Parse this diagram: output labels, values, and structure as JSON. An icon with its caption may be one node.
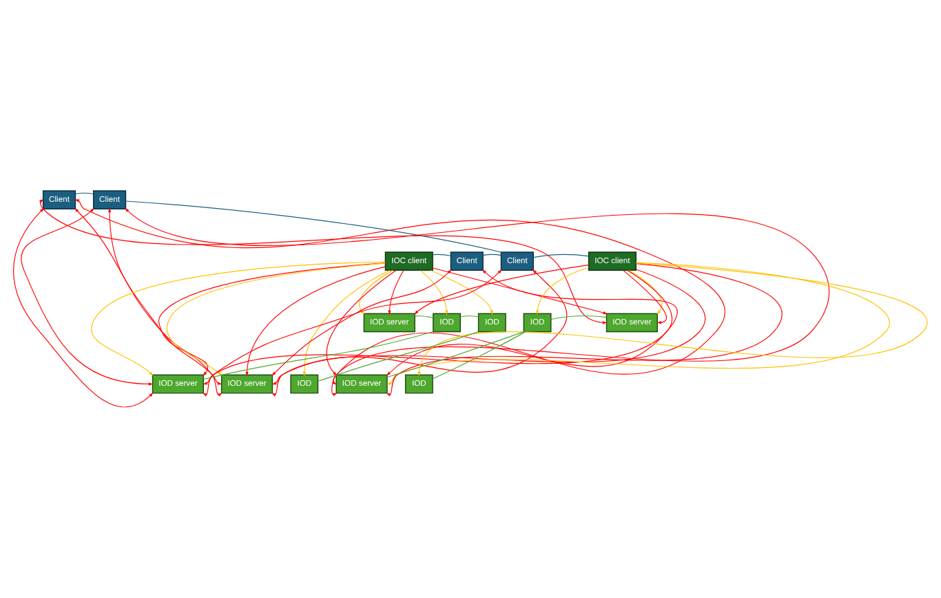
{
  "diagram": {
    "nodes": [
      {
        "text": [
          "Client"
        ]
      },
      {
        "text": [
          "Client"
        ]
      },
      {
        "text": [
          "IOC client"
        ]
      },
      {
        "text": [
          "Client"
        ]
      },
      {
        "text": [
          "Client"
        ]
      },
      {
        "text": [
          "IOC client"
        ]
      },
      {
        "text": [
          "IOD server"
        ]
      },
      {
        "text": [
          "IOD"
        ]
      },
      {
        "text": [
          "IOD"
        ]
      },
      {
        "text": [
          "IOD"
        ]
      },
      {
        "text": [
          "IOD server"
        ]
      },
      {
        "text": [
          "IOD server"
        ]
      },
      {
        "text": [
          "IOD server"
        ]
      },
      {
        "text": [
          "IOD"
        ]
      },
      {
        "text": [
          "IOD server"
        ]
      },
      {
        "text": [
          "IOD"
        ]
      }
    ],
    "edges": [
      {
        "from": 0,
        "to": 1,
        "arrow": "none",
        "color": "#1b5e80"
      },
      {
        "from": 2,
        "to": 3,
        "arrow": "none",
        "color": "#1b5e80"
      },
      {
        "from": 3,
        "to": 4,
        "arrow": "none",
        "color": "#1b5e80"
      },
      {
        "from": 1,
        "to": 4,
        "arrow": "none",
        "color": "#1b5e80"
      },
      {
        "from": 4,
        "to": 5,
        "arrow": "none",
        "color": "#1b5e80"
      },
      {
        "from": 6,
        "to": 7,
        "arrow": "none",
        "color": "#4ea72e"
      },
      {
        "from": 7,
        "to": 8,
        "arrow": "none",
        "color": "#4ea72e"
      },
      {
        "from": 7,
        "to": 11,
        "arrow": "none",
        "color": "#4ea72e"
      },
      {
        "from": 8,
        "to": 13,
        "arrow": "none",
        "color": "#4ea72e"
      },
      {
        "from": 9,
        "to": 10,
        "arrow": "none",
        "color": "#4ea72e"
      },
      {
        "from": 9,
        "to": 14,
        "arrow": "none",
        "color": "#4ea72e"
      },
      {
        "from": 9,
        "to": 15,
        "arrow": "none",
        "color": "#4ea72e"
      },
      {
        "from": 2,
        "to": 6,
        "arrow": "to",
        "color": "#ffc000"
      },
      {
        "from": 2,
        "to": 7,
        "arrow": "to",
        "color": "#ffc000"
      },
      {
        "from": 2,
        "to": 8,
        "arrow": "to",
        "color": "#ffc000"
      },
      {
        "from": 2,
        "to": 11,
        "arrow": "to",
        "color": "#ffc000"
      },
      {
        "from": 2,
        "to": 12,
        "arrow": "to",
        "color": "#ffc000"
      },
      {
        "from": 2,
        "to": 13,
        "arrow": "to",
        "color": "#ffc000"
      },
      {
        "from": 5,
        "to": 9,
        "arrow": "to",
        "color": "#ffc000"
      },
      {
        "from": 5,
        "to": 10,
        "arrow": "to",
        "color": "#ffc000"
      },
      {
        "from": 5,
        "to": 14,
        "arrow": "to",
        "color": "#ffc000"
      },
      {
        "from": 5,
        "to": 15,
        "arrow": "to",
        "color": "#ffc000"
      },
      {
        "from": 2,
        "to": 6,
        "arrow": "to"
      },
      {
        "from": 2,
        "to": 10,
        "arrow": "to"
      },
      {
        "from": 2,
        "to": 11,
        "arrow": "to"
      },
      {
        "from": 2,
        "to": 12,
        "arrow": "to"
      },
      {
        "from": 2,
        "to": 14,
        "arrow": "to"
      },
      {
        "from": 5,
        "to": 6,
        "arrow": "to"
      },
      {
        "from": 5,
        "to": 10,
        "arrow": "to"
      },
      {
        "from": 5,
        "to": 11,
        "arrow": "to"
      },
      {
        "from": 5,
        "to": 12,
        "arrow": "to"
      },
      {
        "from": 5,
        "to": 14,
        "arrow": "to"
      },
      {
        "from": 0,
        "to": 11,
        "arrow": "both"
      },
      {
        "from": 0,
        "to": 12,
        "arrow": "both"
      },
      {
        "from": 0,
        "to": 14,
        "arrow": "both"
      },
      {
        "from": 0,
        "to": 10,
        "arrow": "both"
      },
      {
        "from": 1,
        "to": 11,
        "arrow": "both"
      },
      {
        "from": 1,
        "to": 12,
        "arrow": "both"
      },
      {
        "from": 1,
        "to": 14,
        "arrow": "both"
      },
      {
        "from": 3,
        "to": 12,
        "arrow": "both"
      },
      {
        "from": 3,
        "to": 14,
        "arrow": "both"
      },
      {
        "from": 4,
        "to": 11,
        "arrow": "both"
      },
      {
        "from": 4,
        "to": 12,
        "arrow": "both"
      }
    ]
  }
}
